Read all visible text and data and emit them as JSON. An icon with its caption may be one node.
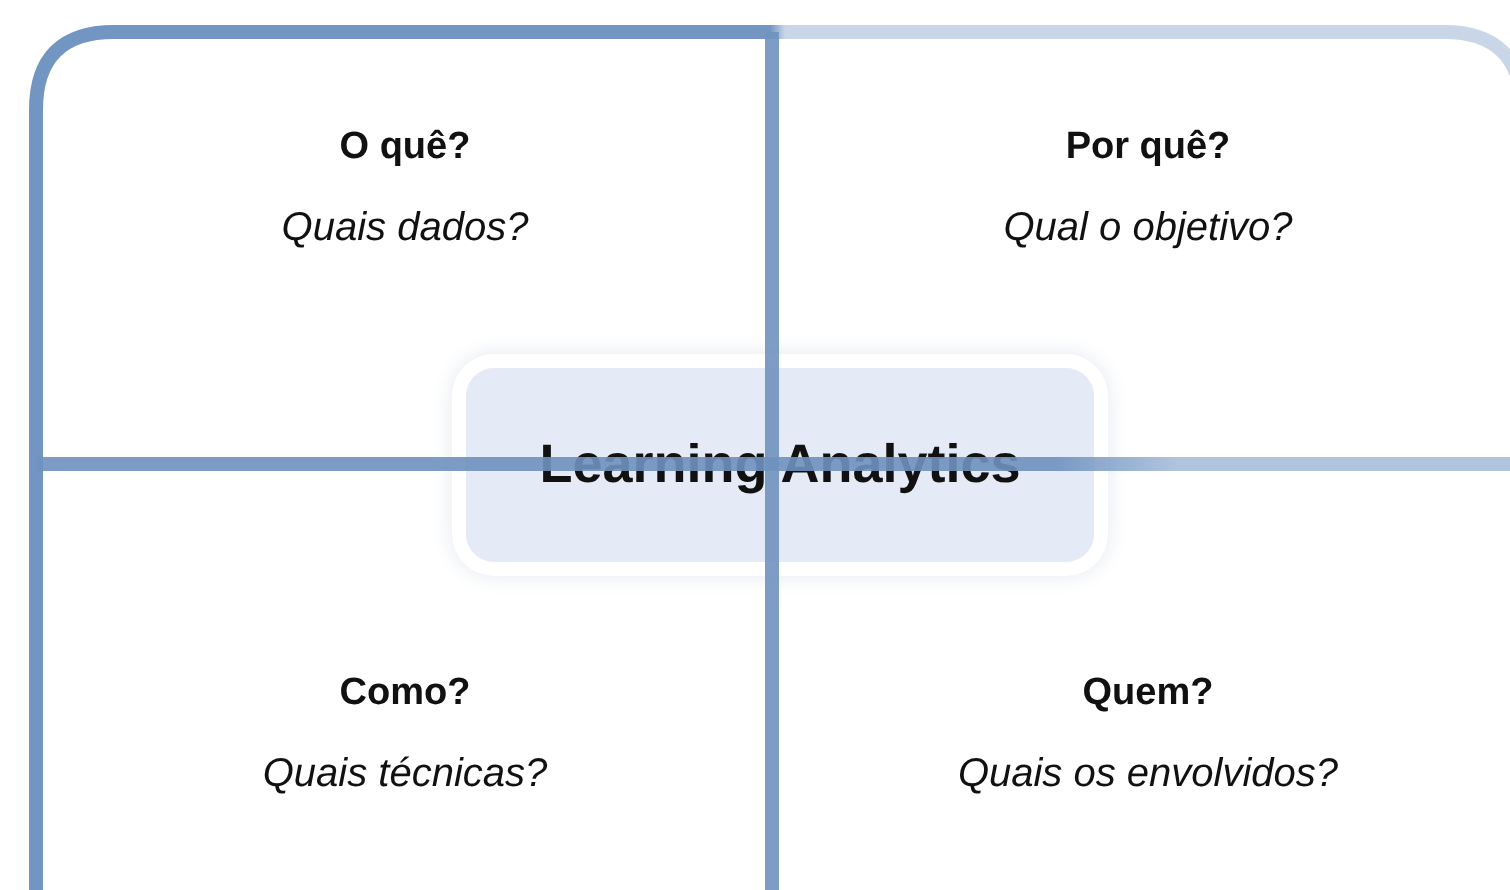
{
  "diagram": {
    "nodes": [
      {
        "text": [
          "O quê?",
          "Quais dados?"
        ]
      },
      {
        "text": [
          "Por quê?",
          "Qual o objetivo?"
        ]
      },
      {
        "text": [
          "Learning Analytics"
        ]
      },
      {
        "text": [
          "Como?",
          "Quais técnicas?"
        ]
      },
      {
        "text": [
          "Quem?",
          "Quais os envolvidos?"
        ]
      }
    ]
  }
}
